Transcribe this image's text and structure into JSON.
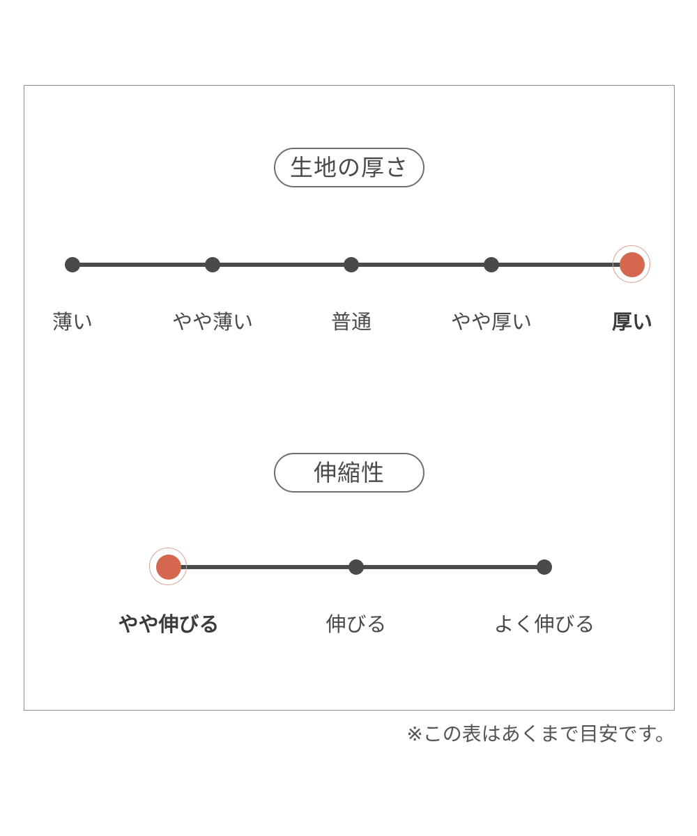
{
  "card": {
    "footnote": "※この表はあくまで目安です。"
  },
  "accent_color": "#d4674e",
  "line_color": "#4a4a4a",
  "sections": [
    {
      "title": "生地の厚さ",
      "selected_index": 4,
      "points": [
        {
          "label": "薄い"
        },
        {
          "label": "やや薄い"
        },
        {
          "label": "普通"
        },
        {
          "label": "やや厚い"
        },
        {
          "label": "厚い"
        }
      ]
    },
    {
      "title": "伸縮性",
      "selected_index": 0,
      "points": [
        {
          "label": "やや伸びる"
        },
        {
          "label": "伸びる"
        },
        {
          "label": "よく伸びる"
        }
      ]
    }
  ]
}
